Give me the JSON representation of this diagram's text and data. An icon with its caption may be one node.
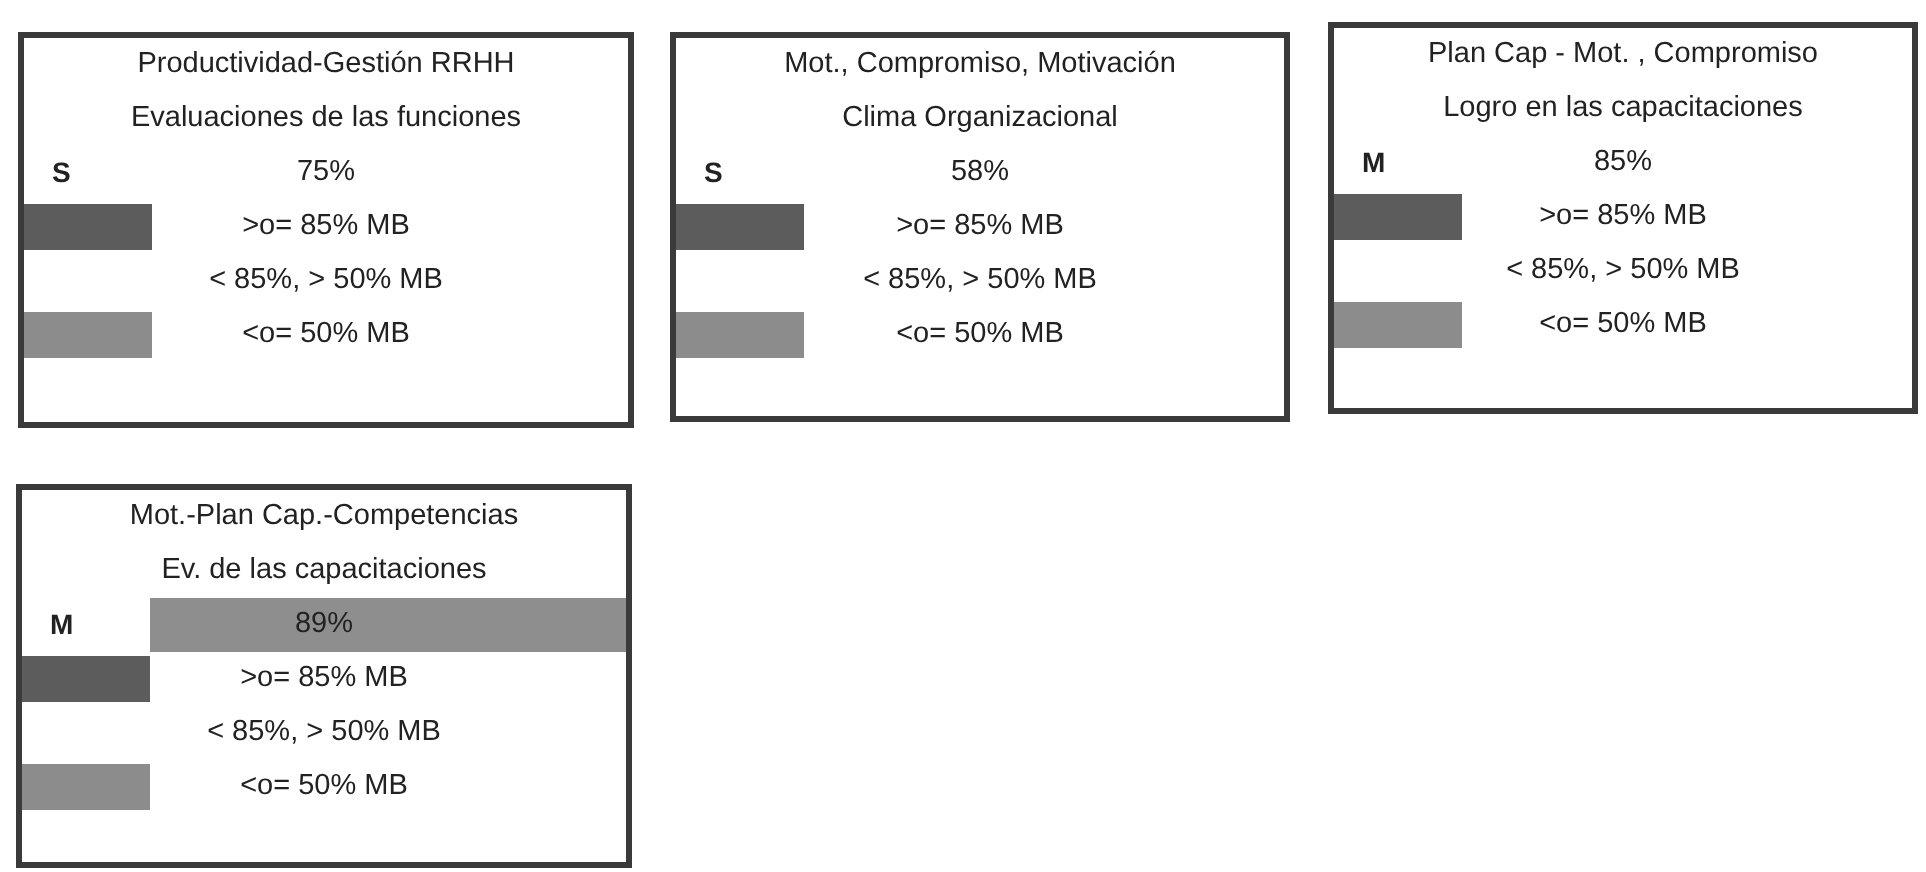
{
  "diagram": {
    "nodes": [
      {
        "text": [
          "Productividad-Gestión RRHH",
          "Evaluaciones de las funciones",
          "S",
          "75%"
        ]
      },
      {
        "text": [
          "Mot., Compromiso, Motivación",
          "Clima Organizacional",
          "S",
          "58%"
        ]
      },
      {
        "text": [
          "Plan Cap - Mot. , Compromiso",
          "Logro en las capacitaciones",
          "M",
          "85%"
        ]
      },
      {
        "text": [
          "Mot.-Plan Cap.-Competencias",
          "Ev. de las capacitaciones",
          "M",
          "89%"
        ]
      }
    ],
    "legend": [
      {
        "text": ">o= 85% MB",
        "color": "#5c5c5c"
      },
      {
        "text": "< 85%, > 50% MB",
        "color": "#ffffff"
      },
      {
        "text": "<o= 50% MB",
        "color": "#8c8c8c"
      },
      {
        "text": ">o= 85% MB",
        "color": "#5c5c5c"
      },
      {
        "text": "< 85%, > 50% MB",
        "color": "#ffffff"
      },
      {
        "text": "<o= 50% MB",
        "color": "#8c8c8c"
      },
      {
        "text": ">o= 85% MB",
        "color": "#5c5c5c"
      },
      {
        "text": "< 85%, > 50% MB",
        "color": "#ffffff"
      },
      {
        "text": "<o= 50% MB",
        "color": "#8c8c8c"
      },
      {
        "text": ">o= 85% MB",
        "color": "#5c5c5c"
      },
      {
        "text": "< 85%, > 50% MB",
        "color": "#ffffff"
      },
      {
        "text": "<o= 50% MB",
        "color": "#8c8c8c"
      }
    ]
  }
}
